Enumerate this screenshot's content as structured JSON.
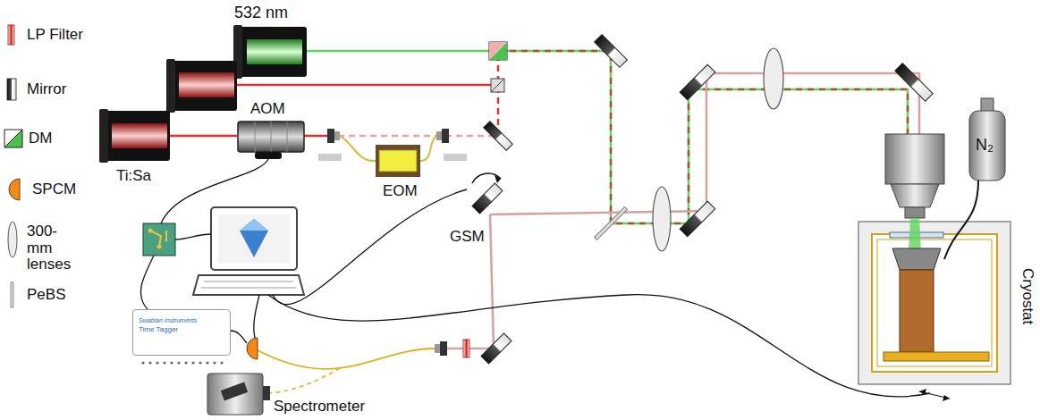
{
  "diagram": {
    "nodes": [
      {
        "text": [
          "Swabian Instruments",
          "Time Tagger"
        ]
      }
    ],
    "labels": [
      "532 nm",
      "AOM",
      "Ti:Sa",
      "EOM",
      "GSM",
      "Spectrometer",
      "N₂",
      "Cryostat"
    ],
    "legend": [
      {
        "text": "LP Filter"
      },
      {
        "text": "Mirror"
      },
      {
        "text": "DM"
      },
      {
        "text": "SPCM"
      },
      {
        "text": "300-mm lenses"
      },
      {
        "text": "PeBS"
      }
    ]
  }
}
